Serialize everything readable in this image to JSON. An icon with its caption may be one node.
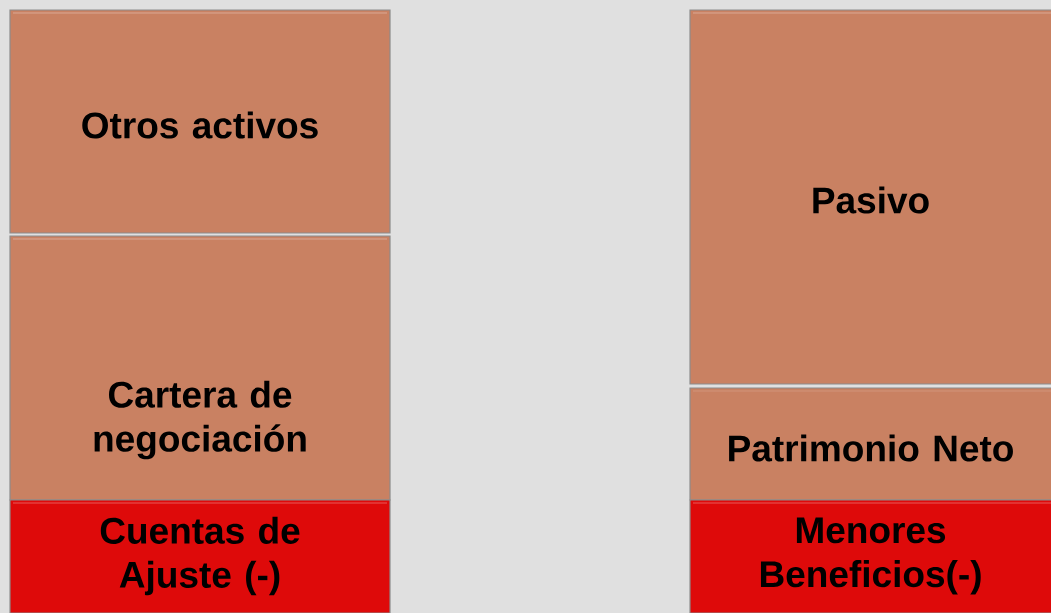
{
  "diagram": {
    "nodes": [
      {
        "text": [
          "Otros activos"
        ]
      },
      {
        "text": [
          "Cartera de negociación"
        ]
      },
      {
        "text": [
          "Cuentas de Ajuste (-)"
        ]
      },
      {
        "text": [
          "Pasivo"
        ]
      },
      {
        "text": [
          "Patrimonio Neto"
        ]
      },
      {
        "text": [
          "Menores Beneficios(-)"
        ]
      }
    ]
  }
}
